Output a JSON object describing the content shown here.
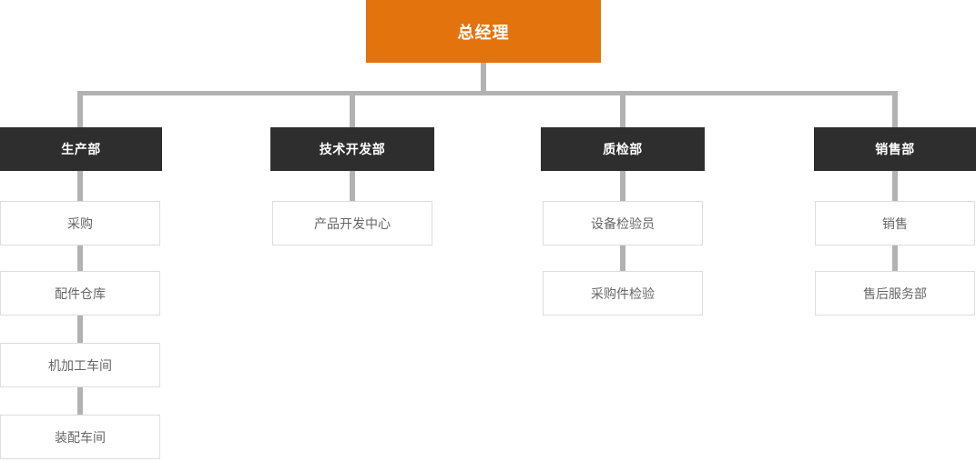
{
  "palette": {
    "root_bg": "#e2730d",
    "root_text": "#ffffff",
    "dept_bg": "#2e2e2e",
    "dept_text": "#ffffff",
    "connector": "#b2b2b2",
    "child_bg": "#ffffff",
    "child_border": "#dddddd",
    "child_text": "#666666",
    "background": "#ffffff"
  },
  "org_chart": {
    "root": {
      "label": "总经理"
    },
    "departments": [
      {
        "label": "生产部",
        "children": [
          "采购",
          "配件仓库",
          "机加工车间",
          "装配车间"
        ]
      },
      {
        "label": "技术开发部",
        "children": [
          "产品开发中心"
        ]
      },
      {
        "label": "质检部",
        "children": [
          "设备检验员",
          "采购件检验"
        ]
      },
      {
        "label": "销售部",
        "children": [
          "销售",
          "售后服务部"
        ]
      }
    ]
  }
}
